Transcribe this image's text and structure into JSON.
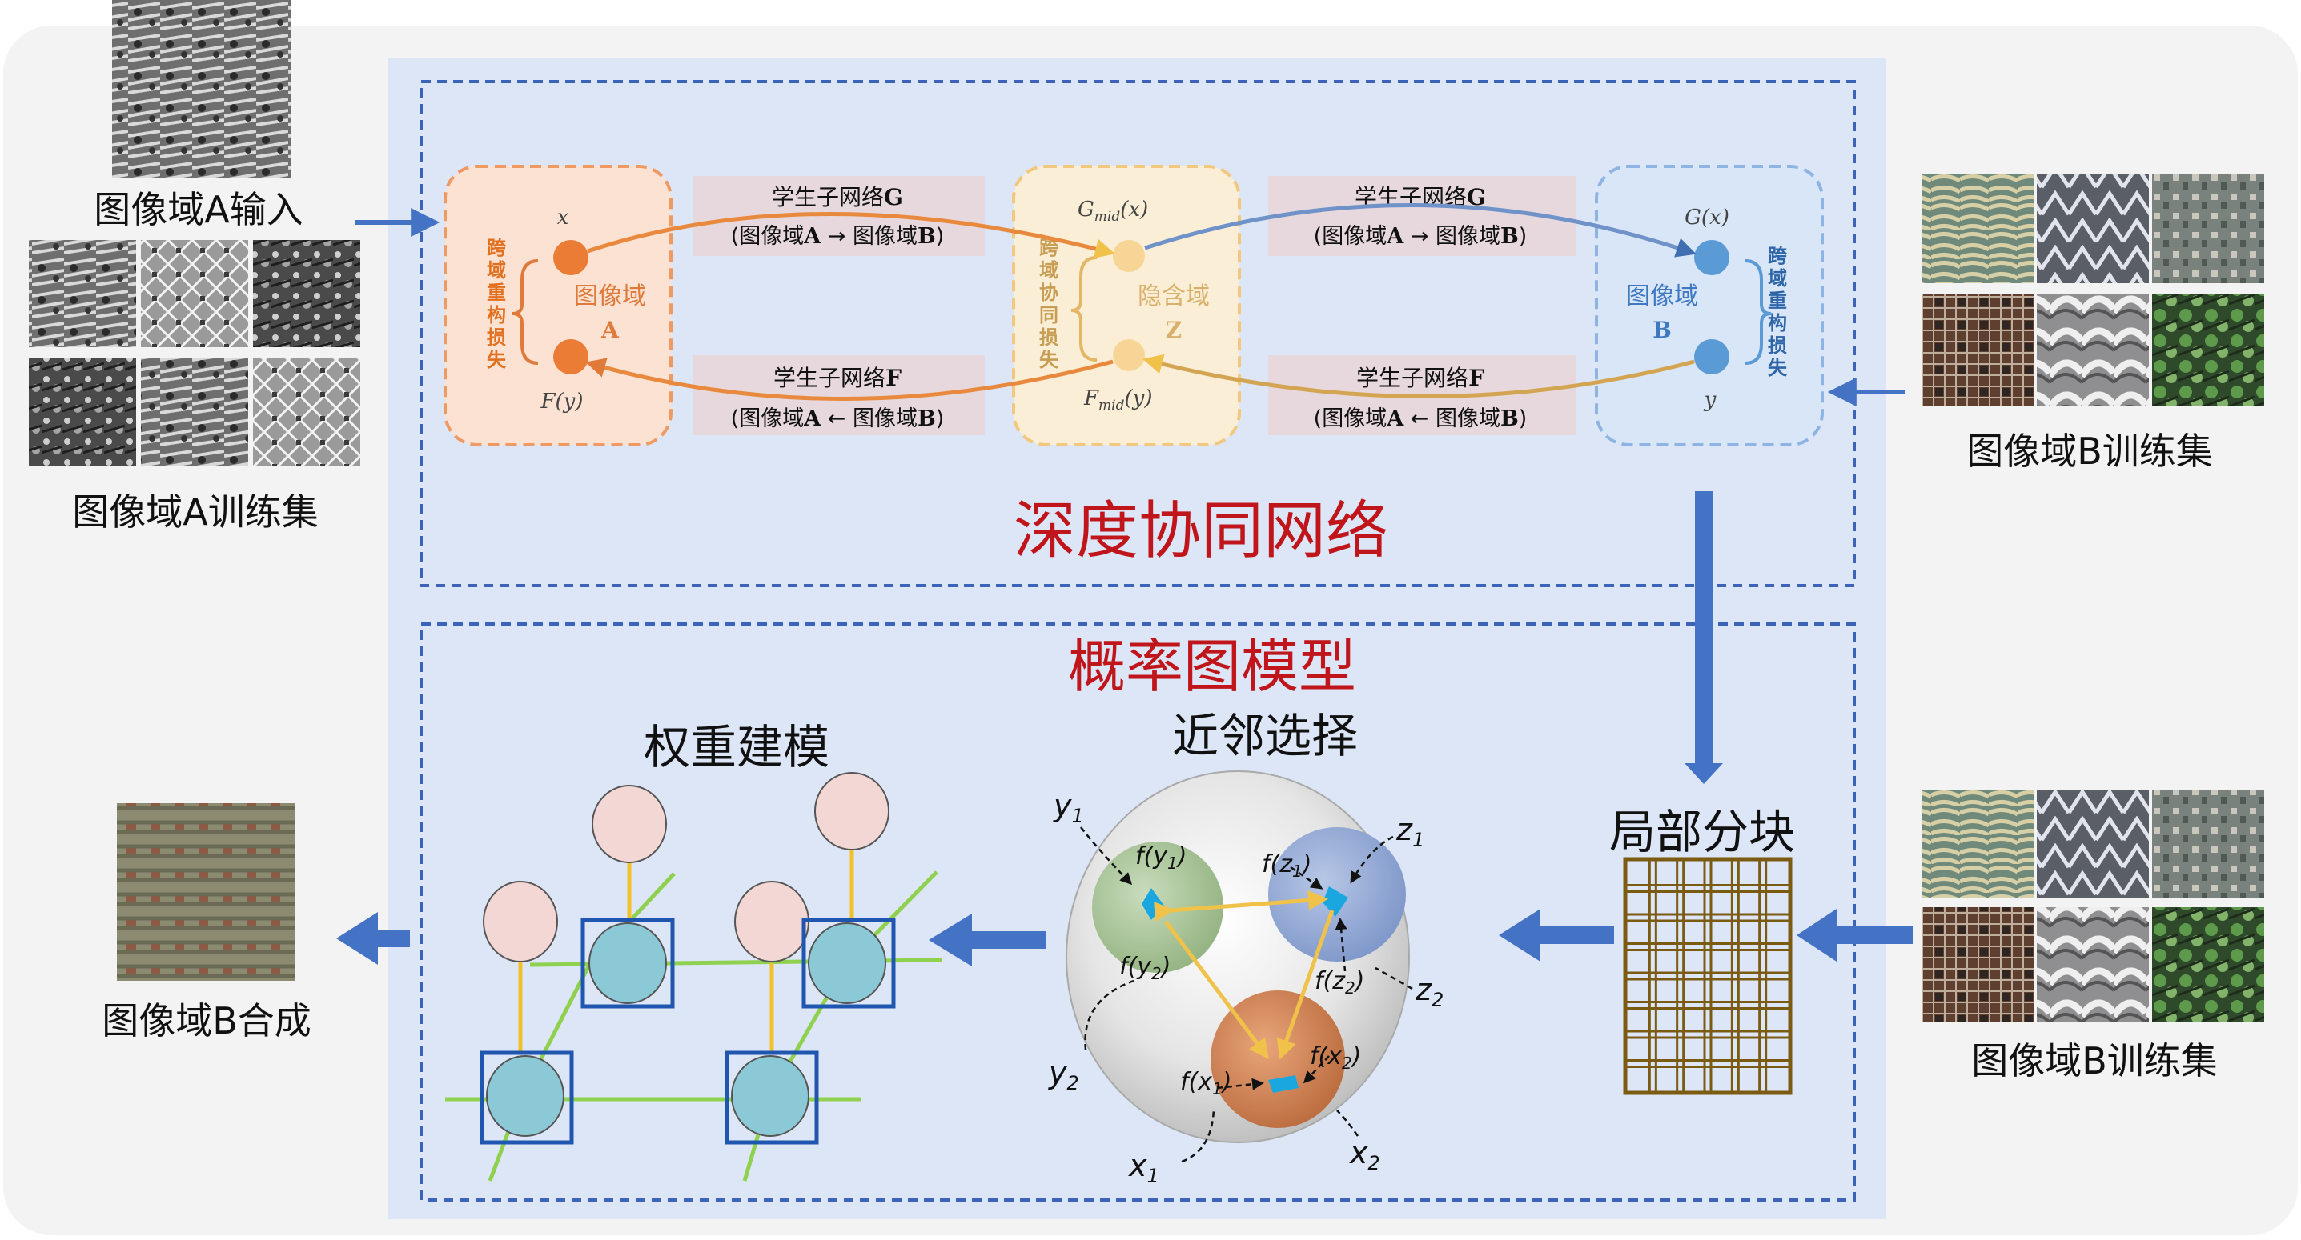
{
  "inputs": {
    "domain_a_input": "图像域A输入",
    "domain_a_train": "图像域A训练集",
    "domain_b_train_top": "图像域B训练集",
    "domain_b_train_bottom": "图像域B训练集",
    "domain_b_output": "图像域B合成"
  },
  "deep_network": {
    "title": "深度协同网络",
    "domain_a": {
      "line1": "图像域",
      "line2": "A",
      "loss": [
        "跨",
        "域",
        "重",
        "构",
        "损",
        "失"
      ],
      "top_label": "x",
      "bottom_label": "F(y)"
    },
    "latent": {
      "line1": "隐含域",
      "line2": "Z",
      "loss": [
        "跨",
        "域",
        "协",
        "同",
        "损",
        "失"
      ],
      "top_label": "G",
      "top_sub": "mid",
      "top_arg": "(x)",
      "bottom_label": "F",
      "bottom_sub": "mid",
      "bottom_arg": "(y)"
    },
    "domain_b": {
      "line1": "图像域",
      "line2": "B",
      "loss": [
        "跨",
        "域",
        "重",
        "构",
        "损",
        "失"
      ],
      "top_label": "G(x)",
      "bottom_label": "y"
    },
    "net_g_left": {
      "name": "学生子网络",
      "letter": "G",
      "desc_a": "图像域",
      "desc_a_bold": "A",
      "arrow": " → ",
      "desc_b": "图像域",
      "desc_b_bold": "B"
    },
    "net_g_right": {
      "name": "学生子网络",
      "letter": "G",
      "desc_a": "图像域",
      "desc_a_bold": "A",
      "arrow": " → ",
      "desc_b": "图像域",
      "desc_b_bold": "B"
    },
    "net_f_left": {
      "name": "学生子网络",
      "letter": "F",
      "desc_a": "图像域",
      "desc_a_bold": "A",
      "arrow": " ← ",
      "desc_b": "图像域",
      "desc_b_bold": "B"
    },
    "net_f_right": {
      "name": "学生子网络",
      "letter": "F",
      "desc_a": "图像域",
      "desc_a_bold": "A",
      "arrow": " ← ",
      "desc_b": "图像域",
      "desc_b_bold": "B"
    }
  },
  "graph_model": {
    "title": "概率图模型",
    "weight_modeling": "权重建模",
    "neighbor_selection": "近邻选择",
    "local_patch": "局部分块",
    "labels": {
      "y1": "y",
      "y1_sub": "1",
      "y2": "y",
      "y2_sub": "2",
      "z1": "z",
      "z1_sub": "1",
      "z2": "z",
      "z2_sub": "2",
      "x1": "x",
      "x1_sub": "1",
      "x2": "x",
      "x2_sub": "2",
      "fy1": "f(y",
      "fy1_sub": "1",
      "fy1_end": ")",
      "fy2": "f(y",
      "fy2_sub": "2",
      "fy2_end": ")",
      "fz1": "f(z",
      "fz1_sub": "1",
      "fz1_end": ")",
      "fz2": "f(z",
      "fz2_sub": "2",
      "fz2_end": ")",
      "fx1": "f(x",
      "fx1_sub": "1",
      "fx1_end": ")",
      "fx2": "f(x",
      "fx2_sub": "2",
      "fx2_end": ")"
    }
  },
  "colors": {
    "panel_bg": "#dce6f6",
    "frame": "#3b63b8",
    "orange": "#ea7c35",
    "latent": "#f2c77e",
    "blue_node": "#5b9bd5",
    "title_red": "#c0151b",
    "arrow_blue": "#4472c4",
    "grid_brown": "#7b5a12"
  }
}
